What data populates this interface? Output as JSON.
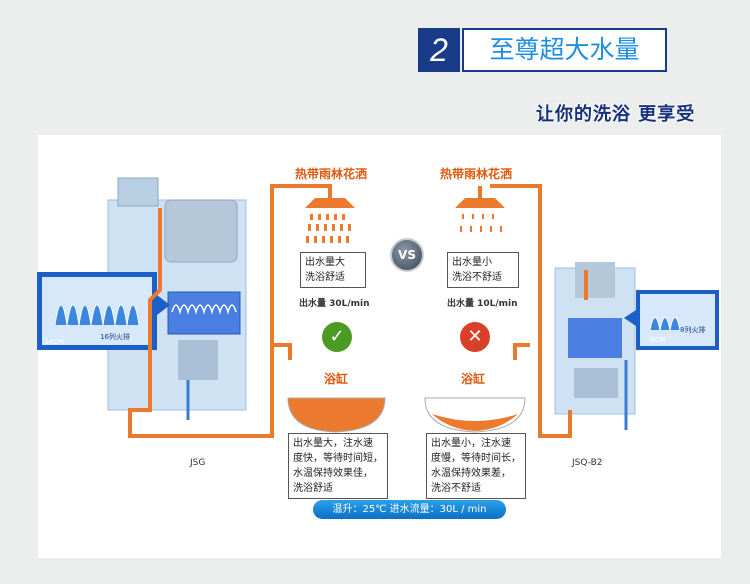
{
  "header": {
    "number": "2",
    "title": "至尊超大水量"
  },
  "slogan": "让你的洗浴 更享受",
  "left": {
    "shower_title": "热带雨林花洒",
    "feel": [
      "出水量大",
      "洗浴舒适"
    ],
    "flow_label": "出水量 30L/min",
    "tub_label": "浴缸",
    "desc": [
      "出水量大，注水速",
      "度快，等待时间短，",
      "水温保持效果佳，",
      "洗浴舒适"
    ],
    "model": "JSG",
    "callout_size": "14CM",
    "callout_rows": "16列火排",
    "verdict_icon": "check-icon"
  },
  "right": {
    "shower_title": "热带雨林花洒",
    "feel": [
      "出水量小",
      "洗浴不舒适"
    ],
    "flow_label": "出水量 10L/min",
    "tub_label": "浴缸",
    "desc": [
      "出水量小，注水速",
      "度慢，等待时间长，",
      "水温保持效果差，",
      "洗浴不舒适"
    ],
    "model": "JSQ-B2",
    "callout_size": "8CM",
    "callout_rows": "8列火排",
    "verdict_icon": "cross-icon"
  },
  "vs_label": "VS",
  "condition_pill": "温升：25℃    进水流量：30L / min",
  "colors": {
    "pipe": "#ec7a2e",
    "navy": "#1a3a8a",
    "accent": "#1e8fe0",
    "check": "#4a9a24",
    "cross": "#d8402a"
  }
}
